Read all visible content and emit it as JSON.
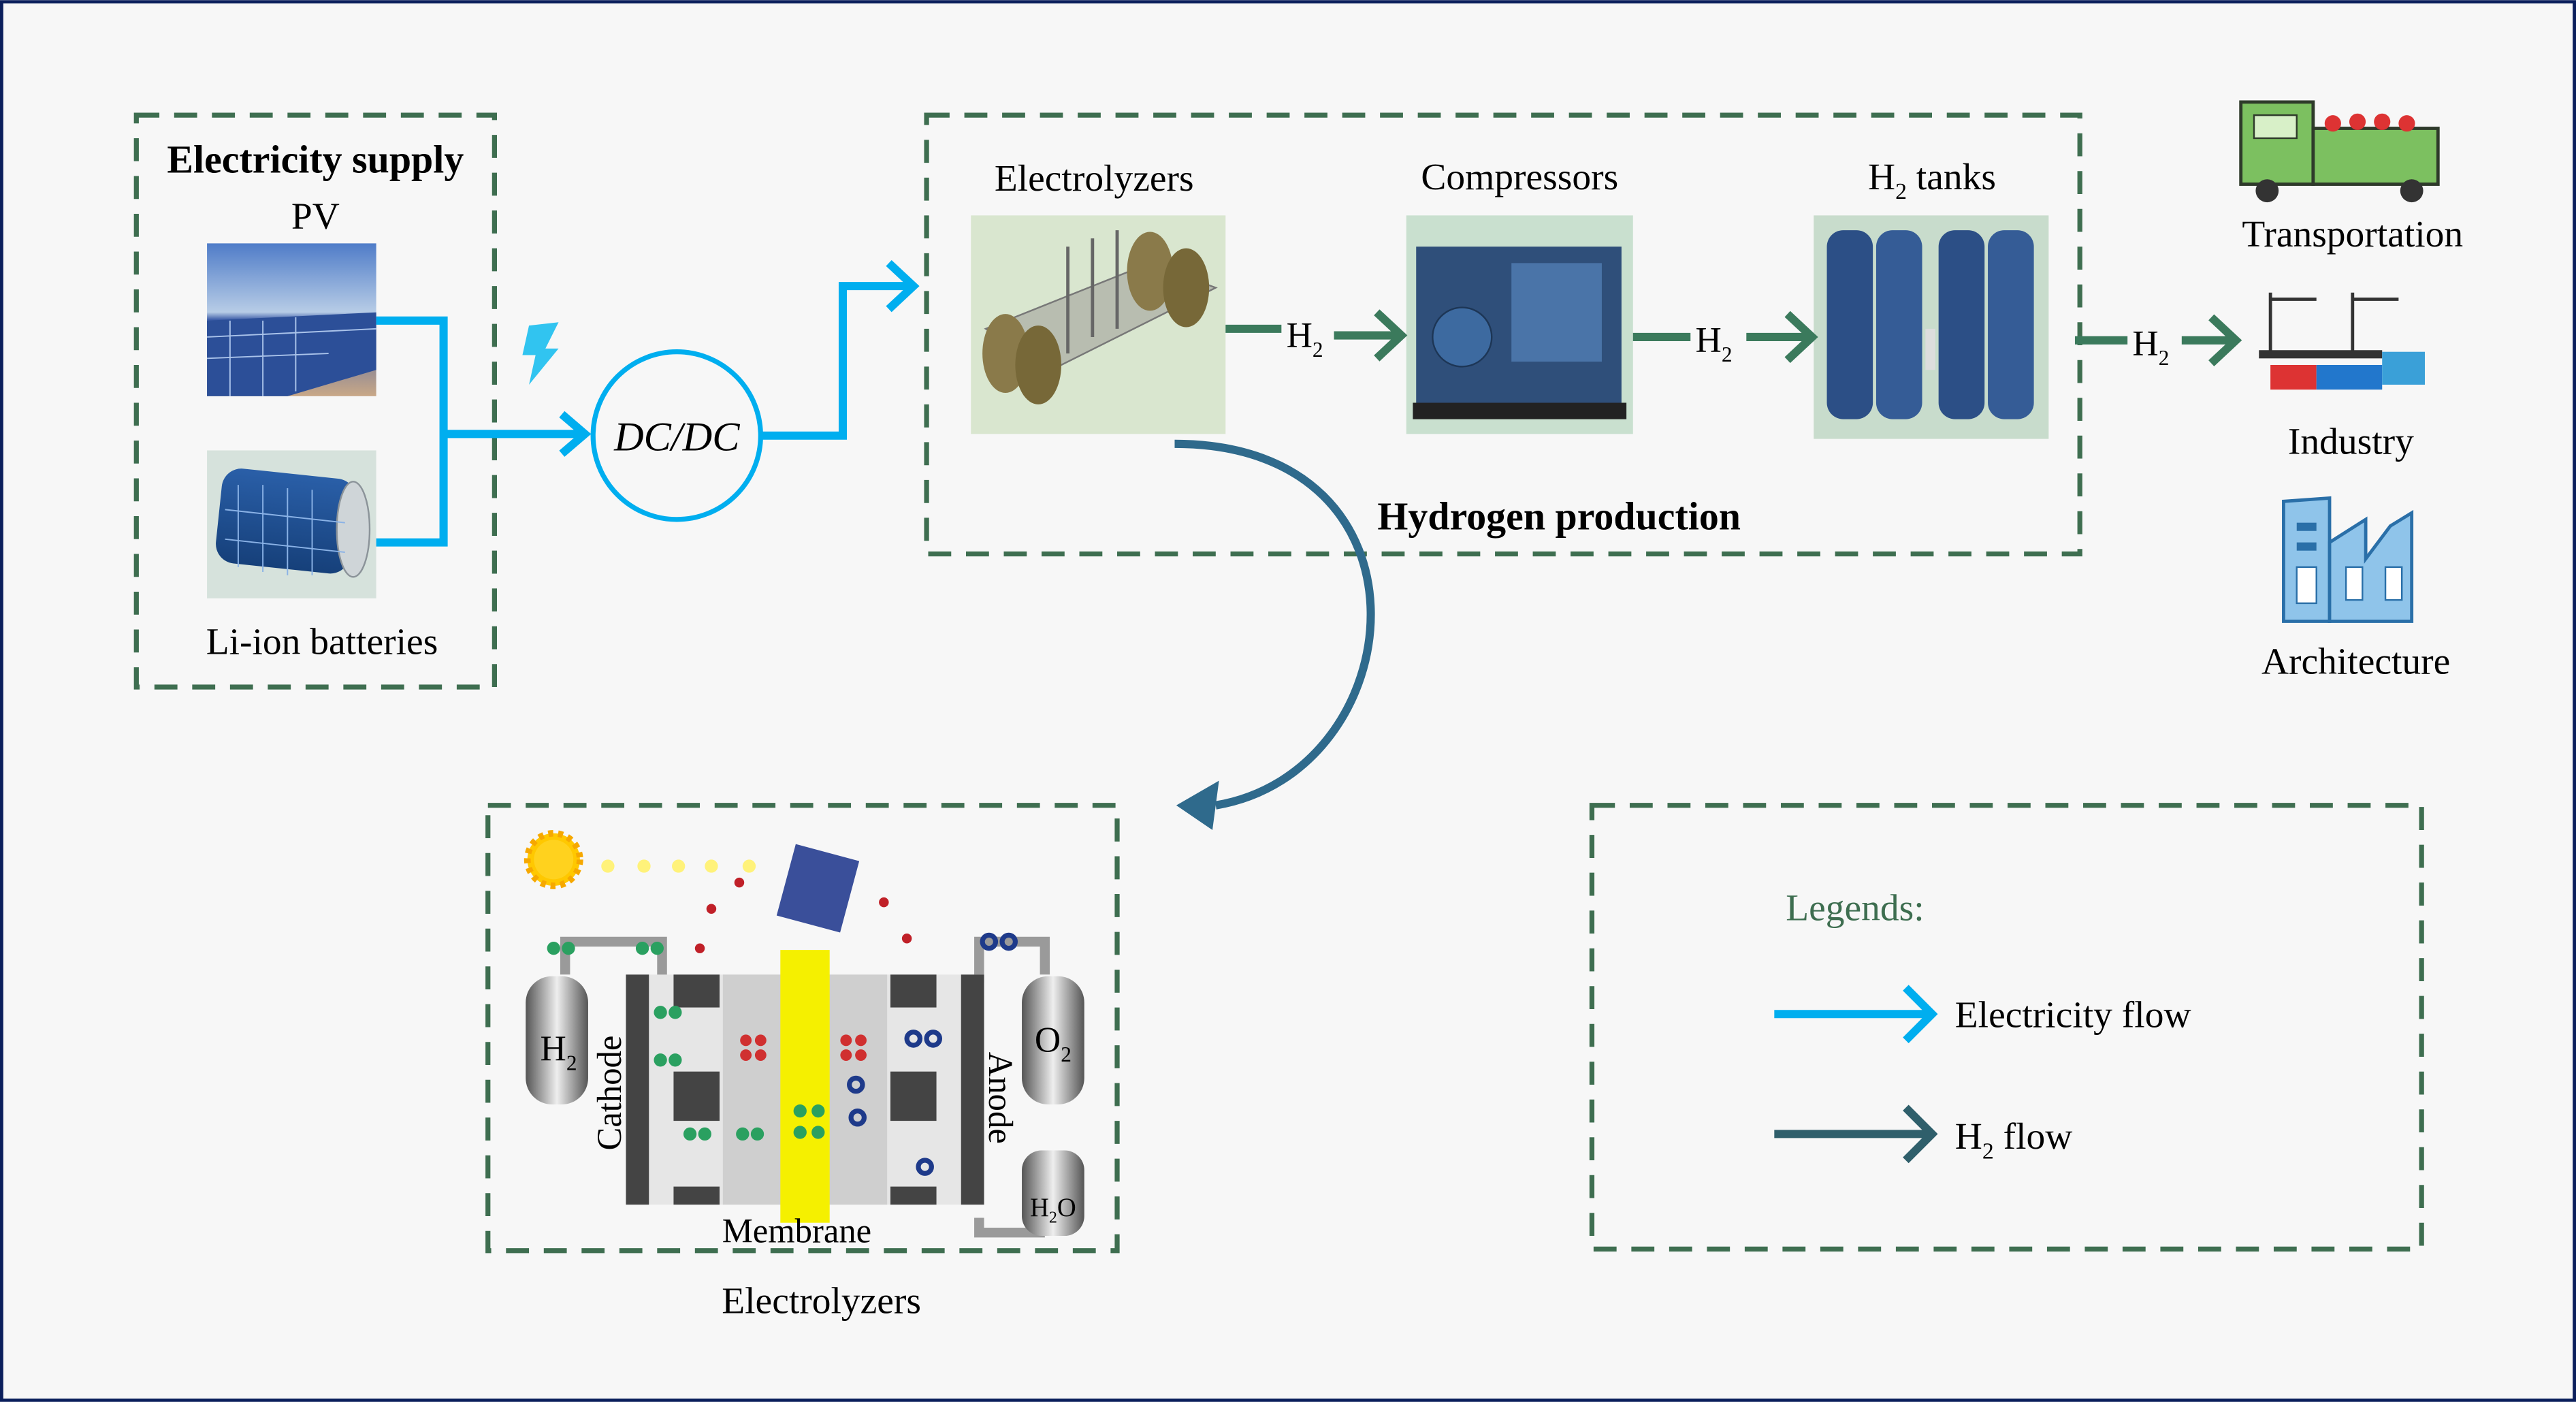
{
  "colors": {
    "border": "#0b1f5c",
    "background": "#f7f7f7",
    "group_dash": "#3e6e50",
    "electricity_flow": "#00aeef",
    "h2_flow": "#3b7a5c",
    "legend_h2_flow": "#2f5f6b",
    "curved_arrow": "#2f6a8c",
    "membrane": "#f5f000"
  },
  "electricity_supply": {
    "title": "Electricity supply",
    "pv_label": "PV",
    "battery_label": "Li-ion batteries",
    "lightning_icon": "lightning-icon"
  },
  "converter": {
    "label": "DC/DC"
  },
  "hydrogen_production": {
    "title": "Hydrogen production",
    "electrolyzers_label": "Electrolyzers",
    "compressors_label": "Compressors",
    "tanks_label": {
      "base": "H",
      "sub": "2",
      "rest": " tanks"
    },
    "flow_label": {
      "base": "H",
      "sub": "2"
    }
  },
  "applications": {
    "transportation": "Transportation",
    "industry": "Industry",
    "architecture": "Architecture"
  },
  "electrolyzer_detail": {
    "caption": "Electrolyzers",
    "h2_tank": {
      "base": "H",
      "sub": "2"
    },
    "o2_tank": {
      "base": "O",
      "sub": "2"
    },
    "h2o_tank": {
      "base": "H",
      "sub": "2",
      "rest": "O"
    },
    "cathode": "Cathode",
    "anode": "Anode",
    "membrane": "Membrane"
  },
  "legend": {
    "title": "Legends:",
    "electricity_flow": "Electricity flow",
    "h2_flow": {
      "base": "H",
      "sub": "2",
      "rest": " flow"
    }
  }
}
